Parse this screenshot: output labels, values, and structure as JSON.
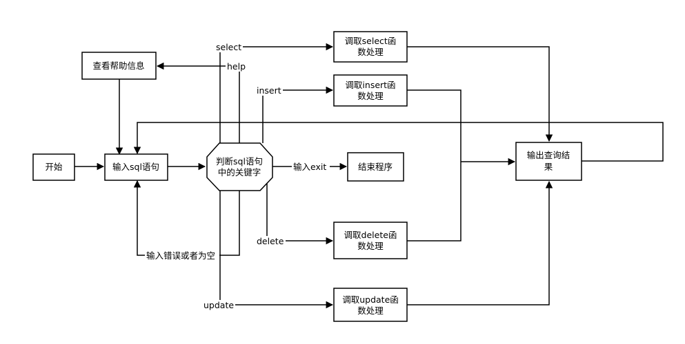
{
  "nodes": {
    "start": [
      "开始"
    ],
    "input_sql": [
      "输入sql语句"
    ],
    "judge": [
      "判断sql语句",
      "中的关键字"
    ],
    "help_info": [
      "查看帮助信息"
    ],
    "end_program": [
      "结束程序"
    ],
    "call_select": [
      "调取select函",
      "数处理"
    ],
    "call_insert": [
      "调取insert函",
      "数处理"
    ],
    "call_delete": [
      "调取delete函",
      "数处理"
    ],
    "call_update": [
      "调取update函",
      "数处理"
    ],
    "output": [
      "输出查询结",
      "果"
    ]
  },
  "edges": {
    "select": "select",
    "help": "help",
    "insert": "insert",
    "exit": "输入exit",
    "delete": "delete",
    "update": "update",
    "error": "输入错误或者为空"
  }
}
